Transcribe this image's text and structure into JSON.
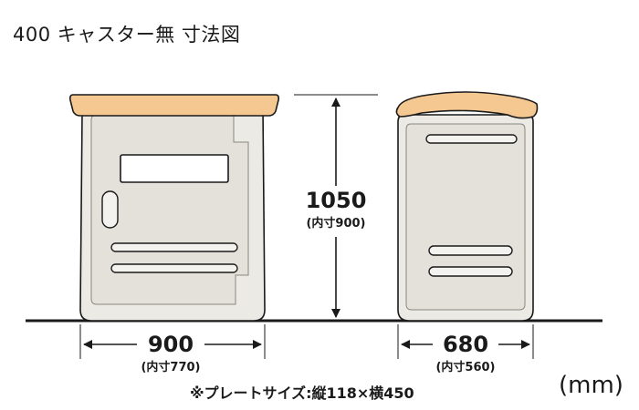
{
  "title": "400 キャスター無 寸法図",
  "front_view": {
    "width_main": "900",
    "width_sub": "(内寸770)"
  },
  "height": {
    "main": "1050",
    "sub": "(内寸900)"
  },
  "side_view": {
    "depth_main": "680",
    "depth_sub": "(内寸560)"
  },
  "plate_note": "※プレートサイズ:縦118×横450",
  "unit": "(mm)",
  "colors": {
    "lid": "#f4c890",
    "body": "#eceae4",
    "body_shade": "#d9d5cc",
    "outline": "#1a1a1a"
  }
}
